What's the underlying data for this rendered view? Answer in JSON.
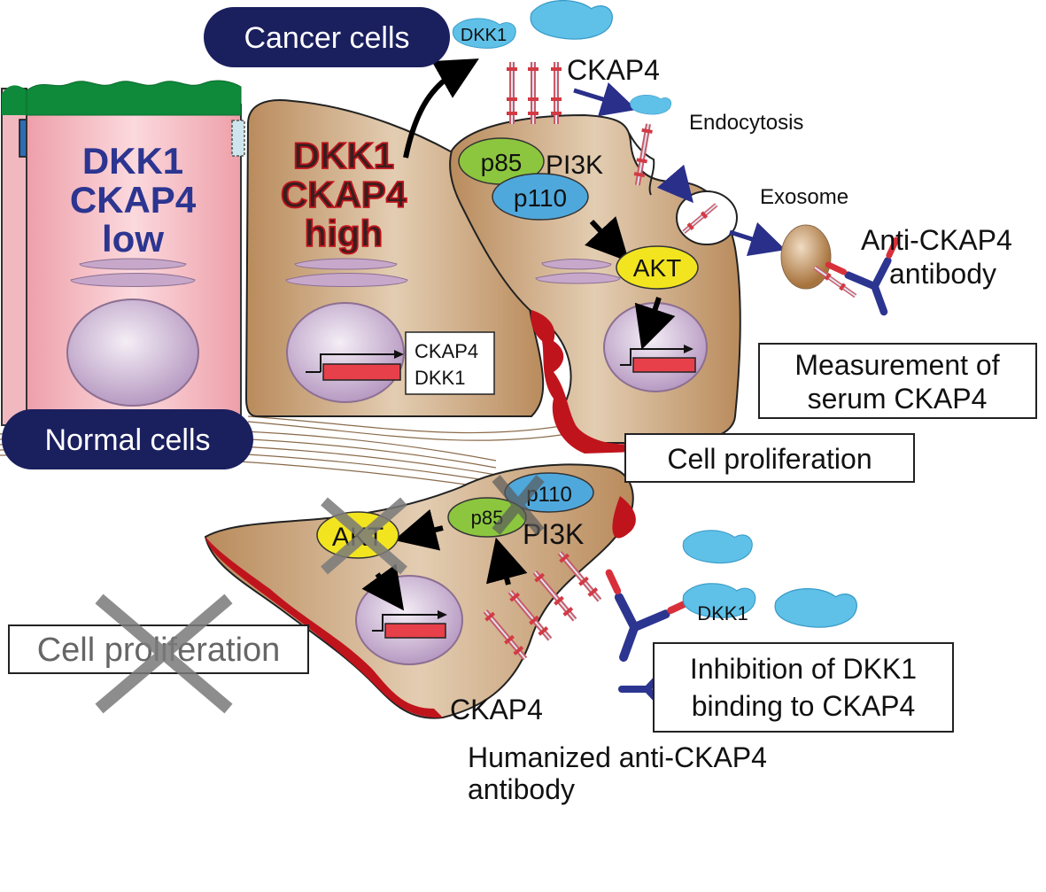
{
  "labels": {
    "cancer_cells": "Cancer cells",
    "normal_cells": "Normal cells",
    "normal_state": [
      "DKK1",
      "CKAP4",
      "low"
    ],
    "cancer_state": [
      "DKK1",
      "CKAP4",
      "high"
    ],
    "dkk1_top": "DKK1",
    "ckap4_top": "CKAP4",
    "endocytosis": "Endocytosis",
    "exosome": "Exosome",
    "anti_ckap4": [
      "Anti-CKAP4",
      "antibody"
    ],
    "p85_top": "p85",
    "pi3k_top": "PI3K",
    "p110_top": "p110",
    "akt_top": "AKT",
    "gene_box": [
      "CKAP4",
      "DKK1"
    ],
    "measurement": [
      "Measurement of",
      "serum CKAP4"
    ],
    "cell_proliferation": "Cell proliferation",
    "p110_bottom": "p110",
    "p85_bottom": "p85",
    "pi3k_bottom": "PI3K",
    "akt_bottom": "AKT",
    "cell_proliferation_blocked": "Cell proliferation",
    "dkk1_bottom": "DKK1",
    "inhibition": [
      "Inhibition of DKK1",
      "binding to CKAP4"
    ],
    "ckap4_bottom": "CKAP4",
    "humanized": [
      "Humanized anti-CKAP4",
      "antibody"
    ]
  },
  "colors": {
    "navy": "#1a1f5e",
    "cell_brown": "#c9a27a",
    "normal_pink": "#f2b8bf",
    "green_top": "#0e8a3a",
    "red_membrane": "#c0141c",
    "p85_green": "#8cc63e",
    "p110_blue": "#4fa8dc",
    "akt_yellow": "#f2e520",
    "dkk1_blue": "#5fc1e8",
    "antibody_blue": "#2c3590",
    "antibody_red": "#d8303a",
    "arrow_blue": "#2a2f8a"
  }
}
